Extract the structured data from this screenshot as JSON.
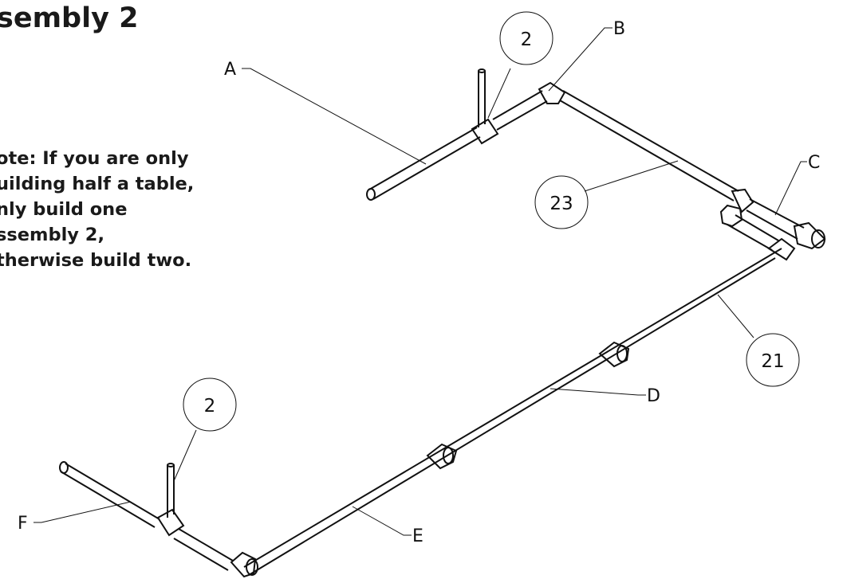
{
  "title": "sembly 2",
  "note_lines": [
    "ote: If you are only",
    "uilding half a table,",
    "nly build one",
    "ssembly 2,",
    "therwise build two."
  ],
  "labels": {
    "a": "A",
    "b": "B",
    "c": "C",
    "d": "D",
    "e": "E",
    "f": "F"
  },
  "balloons": {
    "top_upright": "2",
    "bottom_upright": "2",
    "pipe_23": "23",
    "pipe_21": "21"
  }
}
